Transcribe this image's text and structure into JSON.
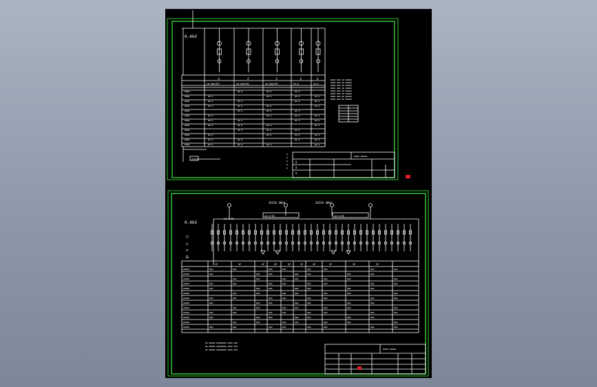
{
  "canvas": {
    "background": "#000000",
    "desktop_color": "#8d99aa",
    "line_color": "#ffffff",
    "frame_color": "#35c435",
    "marker_color": "#e0202a"
  },
  "sheet1": {
    "bus_label": "0.4kV",
    "feeder_codes": [
      "G",
      "Z",
      "Z",
      "X",
      "X"
    ],
    "feeder_models": [
      "LW-400/3PC",
      "LW-400/3PC",
      "LW-400/3PC",
      "XX-D",
      "XX-D"
    ],
    "title_block": [
      "X",
      "X",
      "X"
    ]
  },
  "sheet2": {
    "bus_label": "0.4kV",
    "top_labels": [
      "3X25A 40kV",
      "3X25A 40kV"
    ],
    "section_labels": [
      "LW-2/3K",
      "LW-2/3K",
      "LW-2/3K"
    ],
    "row_values": [
      "3P",
      "3P",
      "4P",
      "3P",
      "3P",
      "3P",
      "4P",
      "3P",
      "3P",
      "3P"
    ]
  }
}
